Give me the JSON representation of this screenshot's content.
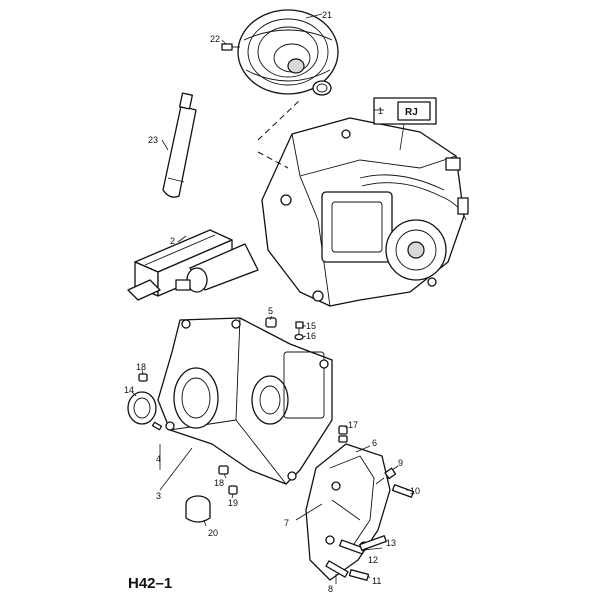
{
  "diagram_ref": "H42–1",
  "transmission_code": "RJ",
  "callouts": [
    {
      "id": "c1",
      "label": "1"
    },
    {
      "id": "c2",
      "label": "2"
    },
    {
      "id": "c3",
      "label": "3"
    },
    {
      "id": "c4",
      "label": "4"
    },
    {
      "id": "c5",
      "label": "5"
    },
    {
      "id": "c6",
      "label": "6"
    },
    {
      "id": "c7",
      "label": "7"
    },
    {
      "id": "c8",
      "label": "8"
    },
    {
      "id": "c9",
      "label": "9"
    },
    {
      "id": "c10",
      "label": "10"
    },
    {
      "id": "c11",
      "label": "11"
    },
    {
      "id": "c12",
      "label": "12"
    },
    {
      "id": "c13",
      "label": "13"
    },
    {
      "id": "c14",
      "label": "14"
    },
    {
      "id": "c15",
      "label": "15"
    },
    {
      "id": "c16",
      "label": "16"
    },
    {
      "id": "c17",
      "label": "17"
    },
    {
      "id": "c18a",
      "label": "18"
    },
    {
      "id": "c18b",
      "label": "18"
    },
    {
      "id": "c19",
      "label": "19"
    },
    {
      "id": "c20",
      "label": "20"
    },
    {
      "id": "c21",
      "label": "21"
    },
    {
      "id": "c22",
      "label": "22"
    },
    {
      "id": "c23",
      "label": "23"
    }
  ]
}
